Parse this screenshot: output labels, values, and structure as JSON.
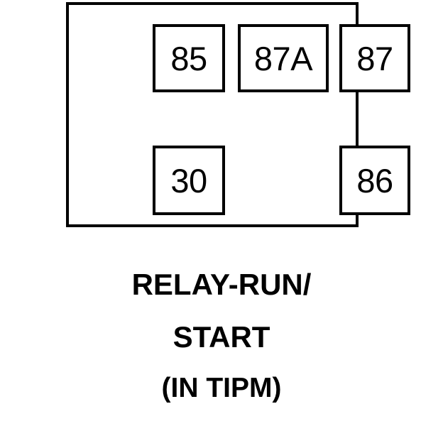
{
  "diagram": {
    "type": "automotive-relay-pinout",
    "background_color": "#ffffff",
    "line_color": "#000000",
    "relay_body": {
      "name": "relay-body-outline"
    },
    "terminals": [
      {
        "id": "85",
        "label": "85",
        "row": "top",
        "position": "left"
      },
      {
        "id": "87A",
        "label": "87A",
        "row": "top",
        "position": "center"
      },
      {
        "id": "87",
        "label": "87",
        "row": "top",
        "position": "right"
      },
      {
        "id": "30",
        "label": "30",
        "row": "bottom",
        "position": "left"
      },
      {
        "id": "86",
        "label": "86",
        "row": "bottom",
        "position": "right"
      }
    ],
    "caption": {
      "line1": "RELAY-RUN/",
      "line2": "START",
      "line3": "(IN TIPM)"
    }
  }
}
